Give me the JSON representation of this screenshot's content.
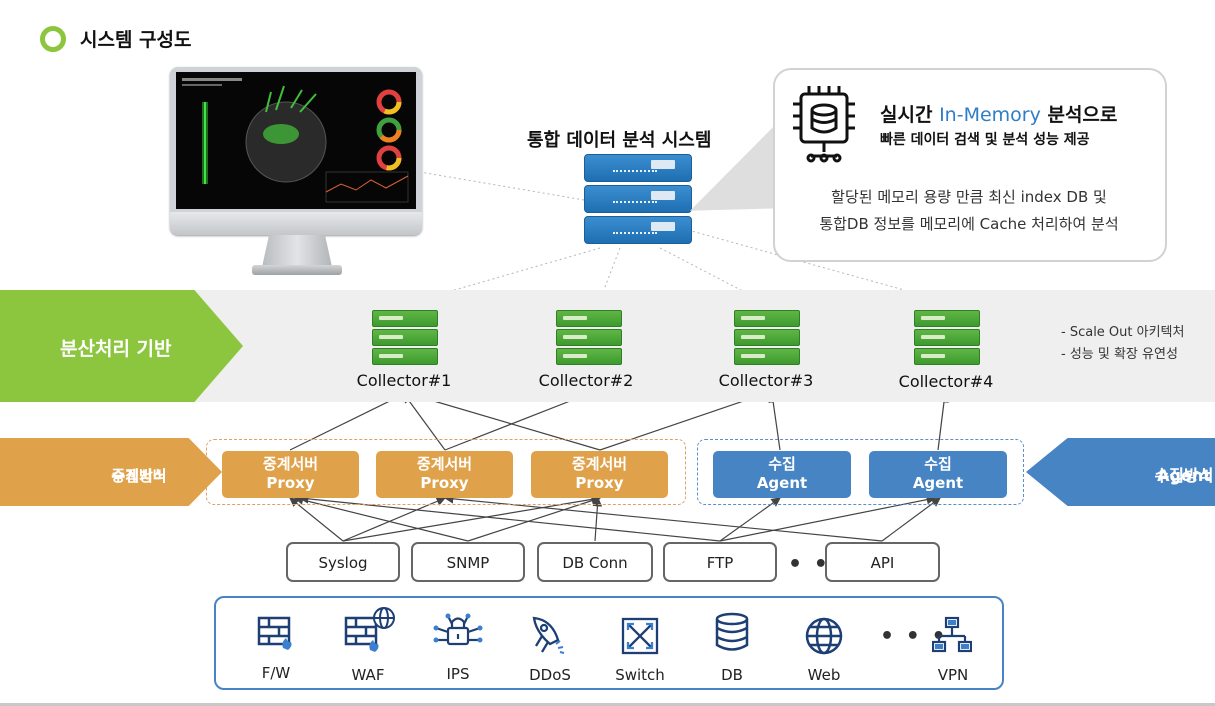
{
  "title": "시스템 구성도",
  "system_title": "통합 데이터 분석 시스템",
  "callout": {
    "title_prefix": "실시간 ",
    "title_highlight": "In-Memory",
    "title_suffix": " 분석으로",
    "subtitle": "빠른 데이터 검색 및 분석 성능 제공",
    "body_line1": "할당된 메모리 용량 만큼 최신 index DB 및",
    "body_line2": "통합DB 정보를 메모리에 Cache 처리하여 분석"
  },
  "layers": {
    "distributed": "분산처리 기반",
    "relay_line1": "중계서버",
    "relay_line2": "수집방식",
    "agent_line1": "Agent",
    "agent_line2": "수집방식"
  },
  "collectors": [
    "Collector#1",
    "Collector#2",
    "Collector#3",
    "Collector#4"
  ],
  "notes": [
    "- Scale Out 아키텍처",
    "- 성능 및 확장 유연성"
  ],
  "proxies": [
    {
      "line1": "중계서버",
      "line2": "Proxy"
    },
    {
      "line1": "중계서버",
      "line2": "Proxy"
    },
    {
      "line1": "중계서버",
      "line2": "Proxy"
    }
  ],
  "agents": [
    {
      "line1": "수집",
      "line2": "Agent"
    },
    {
      "line1": "수집",
      "line2": "Agent"
    }
  ],
  "protocols": [
    "Syslog",
    "SNMP",
    "DB Conn",
    "FTP",
    "API"
  ],
  "protocol_ellipsis": "• • •",
  "devices": [
    {
      "label": "F/W",
      "icon": "firewall-icon"
    },
    {
      "label": "WAF",
      "icon": "waf-icon"
    },
    {
      "label": "IPS",
      "icon": "ips-icon"
    },
    {
      "label": "DDoS",
      "icon": "ddos-icon"
    },
    {
      "label": "Switch",
      "icon": "switch-icon"
    },
    {
      "label": "DB",
      "icon": "database-icon"
    },
    {
      "label": "Web",
      "icon": "globe-icon"
    },
    {
      "label": "VPN",
      "icon": "vpn-icon"
    }
  ],
  "device_ellipsis": "• • •",
  "colors": {
    "green": "#8cc63f",
    "orange": "#dfa24a",
    "blue": "#4684c4",
    "highlight": "#2e7dc8"
  }
}
